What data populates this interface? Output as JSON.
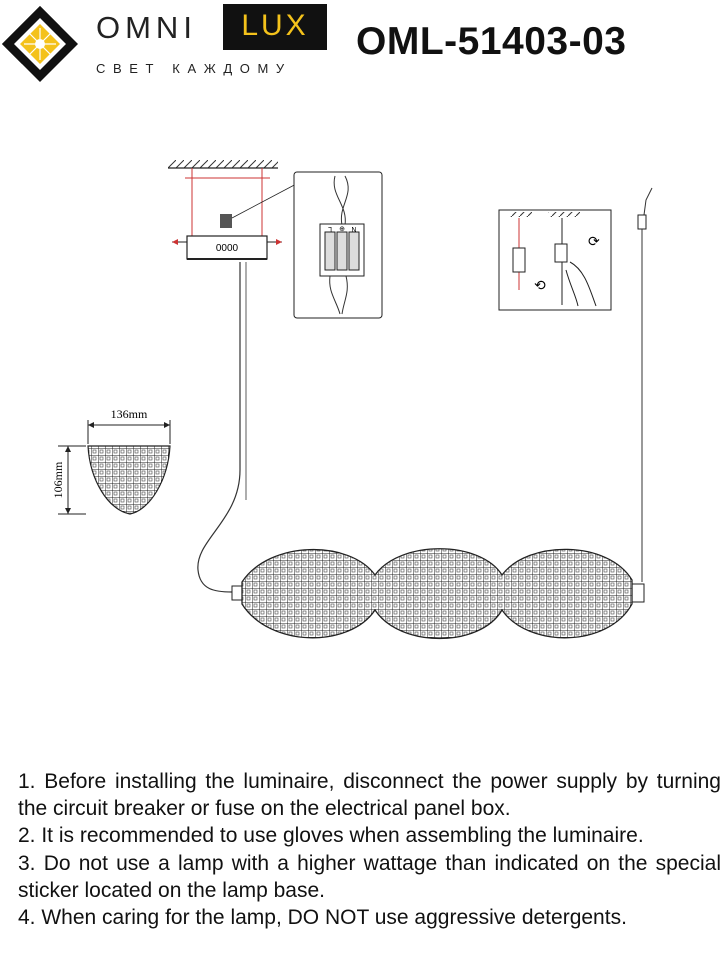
{
  "header": {
    "brand_left": "OMNI",
    "brand_right": "LUX",
    "tagline": "СВЕТ КАЖДОМУ",
    "model": "OML-51403-03",
    "colors": {
      "logo_yellow": "#f4c21b",
      "logo_dark": "#111111"
    }
  },
  "drawing": {
    "dim_width": "136mm",
    "dim_height": "106mm",
    "canopy_marking": "0000",
    "terminal_labels": [
      "L",
      "⊕",
      "N"
    ]
  },
  "instructions": [
    "1. Before installing the luminaire, disconnect the power supply by turning the circuit breaker or fuse on the electrical panel box.",
    "2. It is recommended to use gloves when assembling the luminaire.",
    "3. Do not use a lamp with a higher wattage than indicated on the special sticker located on the lamp base.",
    "4. When caring for the lamp, DO NOT use aggressive detergents."
  ]
}
